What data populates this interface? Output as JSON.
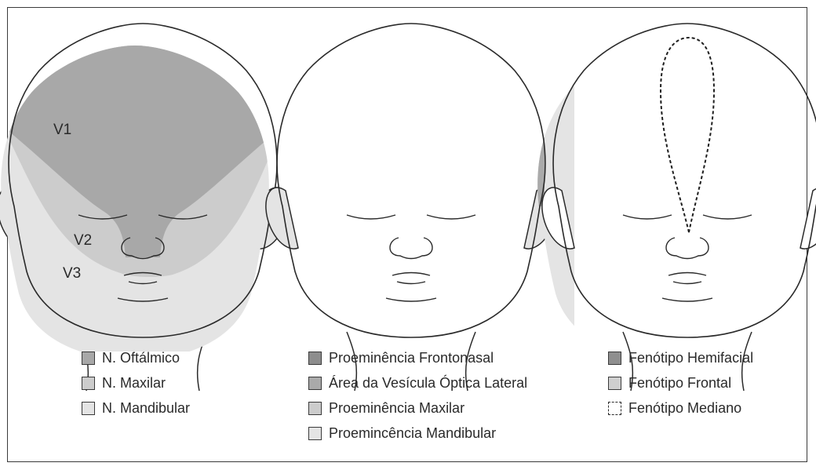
{
  "face1": {
    "region_labels": [
      "V1",
      "V2",
      "V3"
    ],
    "legend": [
      {
        "label": "N. Oftálmico",
        "color": "#a8a8a8",
        "dashed": false
      },
      {
        "label": "N. Maxilar",
        "color": "#cccccc",
        "dashed": false
      },
      {
        "label": "N. Mandibular",
        "color": "#e4e4e4",
        "dashed": false
      }
    ]
  },
  "face2": {
    "legend": [
      {
        "label": "Proeminência Frontonasal",
        "color": "#8d8d8d",
        "dashed": false
      },
      {
        "label": "Área da Vesícula Óptica Lateral",
        "color": "#aaaaaa",
        "dashed": false
      },
      {
        "label": "Proeminência Maxilar",
        "color": "#cccccc",
        "dashed": false
      },
      {
        "label": "Proemincência Mandibular",
        "color": "#e4e4e4",
        "dashed": false
      }
    ]
  },
  "face3": {
    "legend": [
      {
        "label": "Fenótipo Hemifacial",
        "color": "#8f8f8f",
        "dashed": false
      },
      {
        "label": "Fenótipo Frontal",
        "color": "#cfcfcf",
        "dashed": false
      },
      {
        "label": "Fenótipo Mediano",
        "color": "#ffffff",
        "dashed": true
      }
    ]
  }
}
